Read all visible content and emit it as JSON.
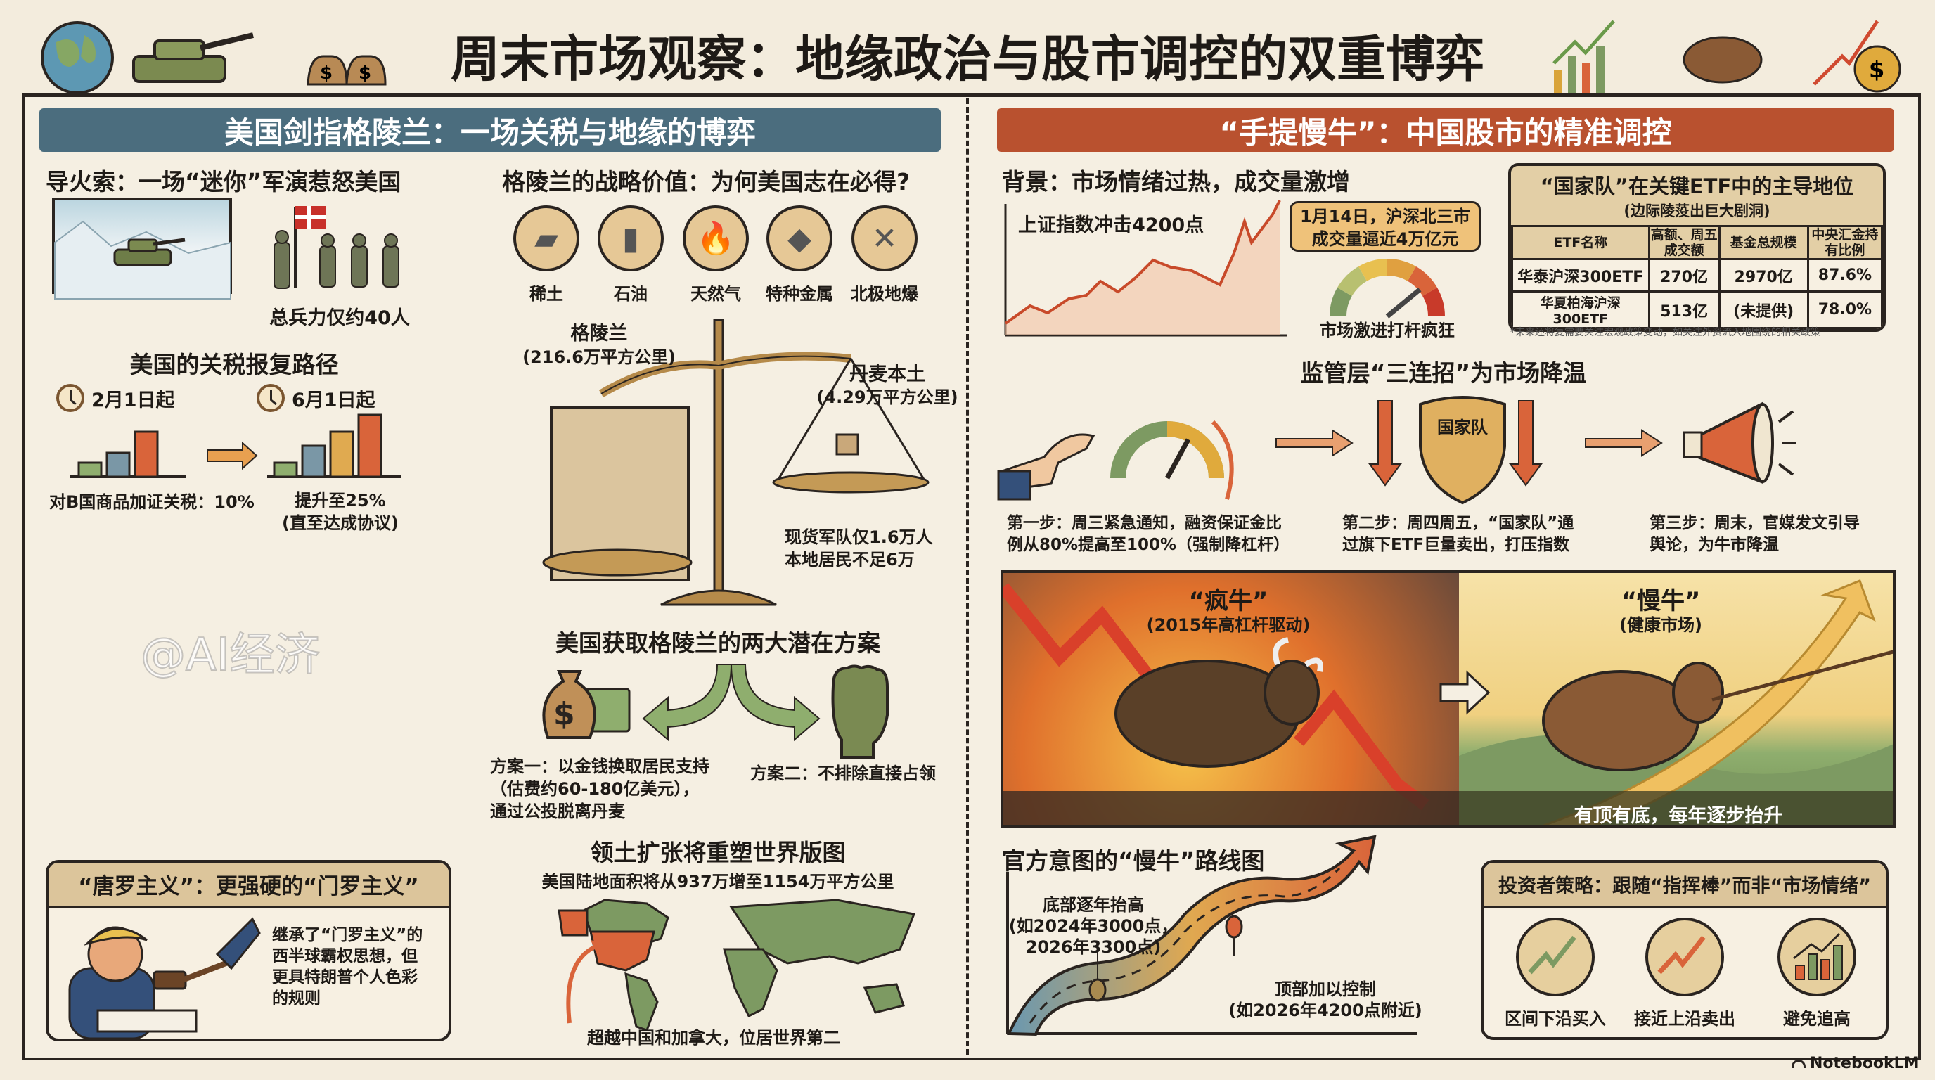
{
  "header": {
    "title": "周末市场观察：地缘政治与股市调控的双重博弈"
  },
  "left": {
    "banner": "美国剑指格陵兰：一场关税与地缘的博弈",
    "fuse": {
      "title": "导火索：一场“迷你”军演惹怒美国",
      "caption": "总兵力仅约40人"
    },
    "tariff": {
      "title": "美国的关税报复路径",
      "stages": [
        {
          "date": "2月1日起",
          "caption": "对B国商品加证关税：10%"
        },
        {
          "date": "6月1日起",
          "caption": "提升至25%",
          "caption2": "(直至达成协议)"
        }
      ]
    },
    "strategic": {
      "title": "格陵兰的战略价值：为何美国志在必得?",
      "items": [
        {
          "label": "稀土",
          "icon": "rare-earth-icon"
        },
        {
          "label": "石油",
          "icon": "oil-barrel-icon"
        },
        {
          "label": "天然气",
          "icon": "gas-flame-icon"
        },
        {
          "label": "特种金属",
          "icon": "metal-ore-icon"
        },
        {
          "label": "北极地爆",
          "icon": "arctic-route-icon"
        }
      ]
    },
    "scale": {
      "greenland": "格陵兰",
      "greenland_area": "(216.6万平方公里)",
      "denmark": "丹麦本土",
      "denmark_area": "(4.29万平方公里)",
      "note1": "现货军队仅1.6万人",
      "note2": "本地居民不足6万"
    },
    "plans": {
      "title": "美国获取格陵兰的两大潜在方案",
      "plan1": [
        "方案一：以金钱换取居民支持",
        "（估费约60-180亿美元），",
        "通过公投脱离丹麦"
      ],
      "plan2": "方案二：不排除直接占领"
    },
    "doctrine": {
      "title": "“唐罗主义”：更强硬的“门罗主义”",
      "lines": [
        "继承了“门罗主义”的",
        "西半球霸权思想，但",
        "更具特朗普个人色彩",
        "的规则"
      ]
    },
    "map": {
      "title": "领土扩张将重塑世界版图",
      "subtitle": "美国陆地面积将从937万增至1154万平方公里",
      "caption": "超越中国和加拿大，位居世界第二"
    }
  },
  "right": {
    "banner": "“手提慢牛”：中国股市的精准调控",
    "background": {
      "title": "背景：市场情绪过热，成交量激增",
      "chart_label": "上证指数冲击4200点",
      "callout": [
        "1月14日，沪深北三市",
        "成交量逼近4万亿元"
      ],
      "gauge_caption": "市场激进打杆疯狂",
      "gauge_level": 0.78
    },
    "etf": {
      "title": "“国家队”在关键ETF中的主导地位",
      "subtitle": "(边际陵莈出巨大剧洞)",
      "headers": [
        "ETF名称",
        "高额、周五成交额",
        "基金总规模",
        "中央汇金持有比例"
      ],
      "rows": [
        [
          "华泰沪深300ETF",
          "270亿",
          "2970亿",
          "87.6%"
        ],
        [
          "华夏柏海沪深300ETF",
          "513亿",
          "(未提供)",
          "78.0%"
        ]
      ],
      "footnote": "*未来还将复需要关注宏观政策变动，如关注外资流入地围绕的相关政策"
    },
    "regulator": {
      "title": "监管层“三连招”为市场降温",
      "shield_label": "国家队",
      "steps": [
        [
          "第一步：周三紧急通知，融资保证金比",
          "例从80%提高至100%（强制降杠杆）"
        ],
        [
          "第二步：周四周五，“国家队”通",
          "过旗下ETF巨量卖出，打压指数"
        ],
        [
          "第三步：周末，官媒发文引导",
          "舆论，为牛市降温"
        ]
      ]
    },
    "bulls": {
      "crazy_title": "“疯牛”",
      "crazy_sub": "(2015年高杠杆驱动)",
      "slow_title": "“慢牛”",
      "slow_sub": "(健康市场)",
      "slow_caption": "有顶有底，每年逐步抬升"
    },
    "roadmap": {
      "title": "官方意图的“慢牛”路线图",
      "bottom": [
        "底部逐年抬高",
        "(如2024年3000点，",
        "2026年3300点)"
      ],
      "top": [
        "顶部加以控制",
        "(如2026年4200点附近)"
      ]
    },
    "strategy": {
      "title": "投资者策略：跟随“指挥棒”而非“市场情绪”",
      "items": [
        "区间下沿买入",
        "接近上沿卖出",
        "避免追高"
      ]
    }
  },
  "watermark": "@AI经济",
  "brand": "NotebookLM",
  "colors": {
    "blue_banner": "#4b6d7e",
    "red_banner": "#b9512f",
    "paper": "#f3ecdd",
    "tan": "#dcc59b",
    "green": "#7d9a62",
    "orange": "#d9643a"
  }
}
